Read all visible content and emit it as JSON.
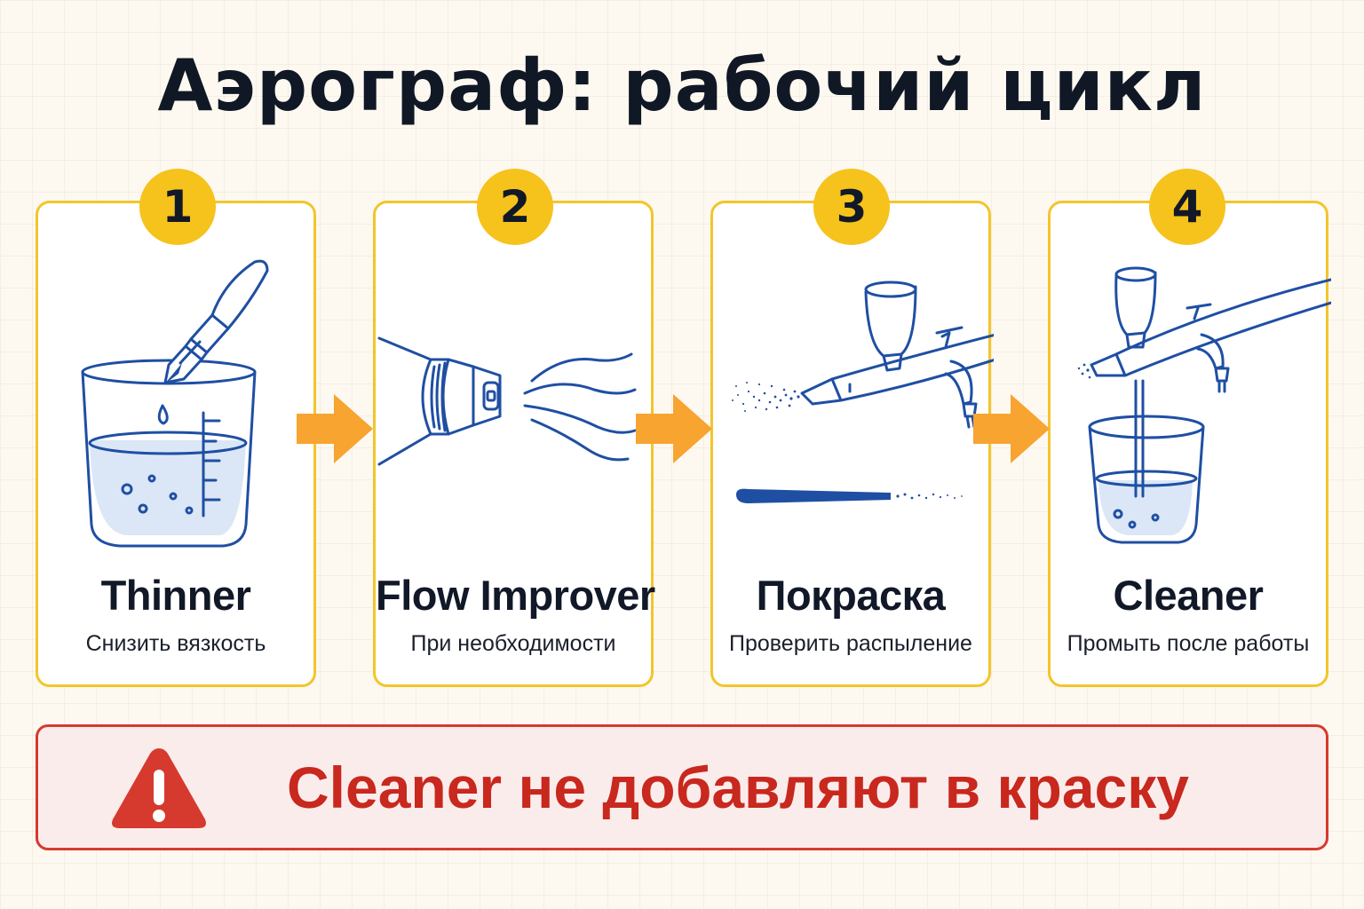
{
  "title": "Аэрограф: рабочий цикл",
  "steps": [
    {
      "number": "1",
      "title": "Thinner",
      "subtitle": "Снизить вязкость",
      "icon": "dropper-cup-icon"
    },
    {
      "number": "2",
      "title": "Flow Improver",
      "subtitle": "При необходимости",
      "icon": "nozzle-airflow-icon"
    },
    {
      "number": "3",
      "title": "Покраска",
      "subtitle": "Проверить распыление",
      "icon": "airbrush-spray-icon"
    },
    {
      "number": "4",
      "title": "Cleaner",
      "subtitle": "Промыть после работы",
      "icon": "airbrush-cleaning-cup-icon"
    }
  ],
  "warning": {
    "text": "Cleaner не добавляют в краску",
    "icon": "warning-triangle-icon"
  },
  "colors": {
    "card_border": "#f3c52c",
    "badge": "#f6c21c",
    "arrow": "#f7a431",
    "line_art": "#1f4fa3",
    "liquid": "#dbe7f6",
    "warning_border": "#d63a2e",
    "warning_text": "#c8281d",
    "warning_background": "#fbecec"
  }
}
